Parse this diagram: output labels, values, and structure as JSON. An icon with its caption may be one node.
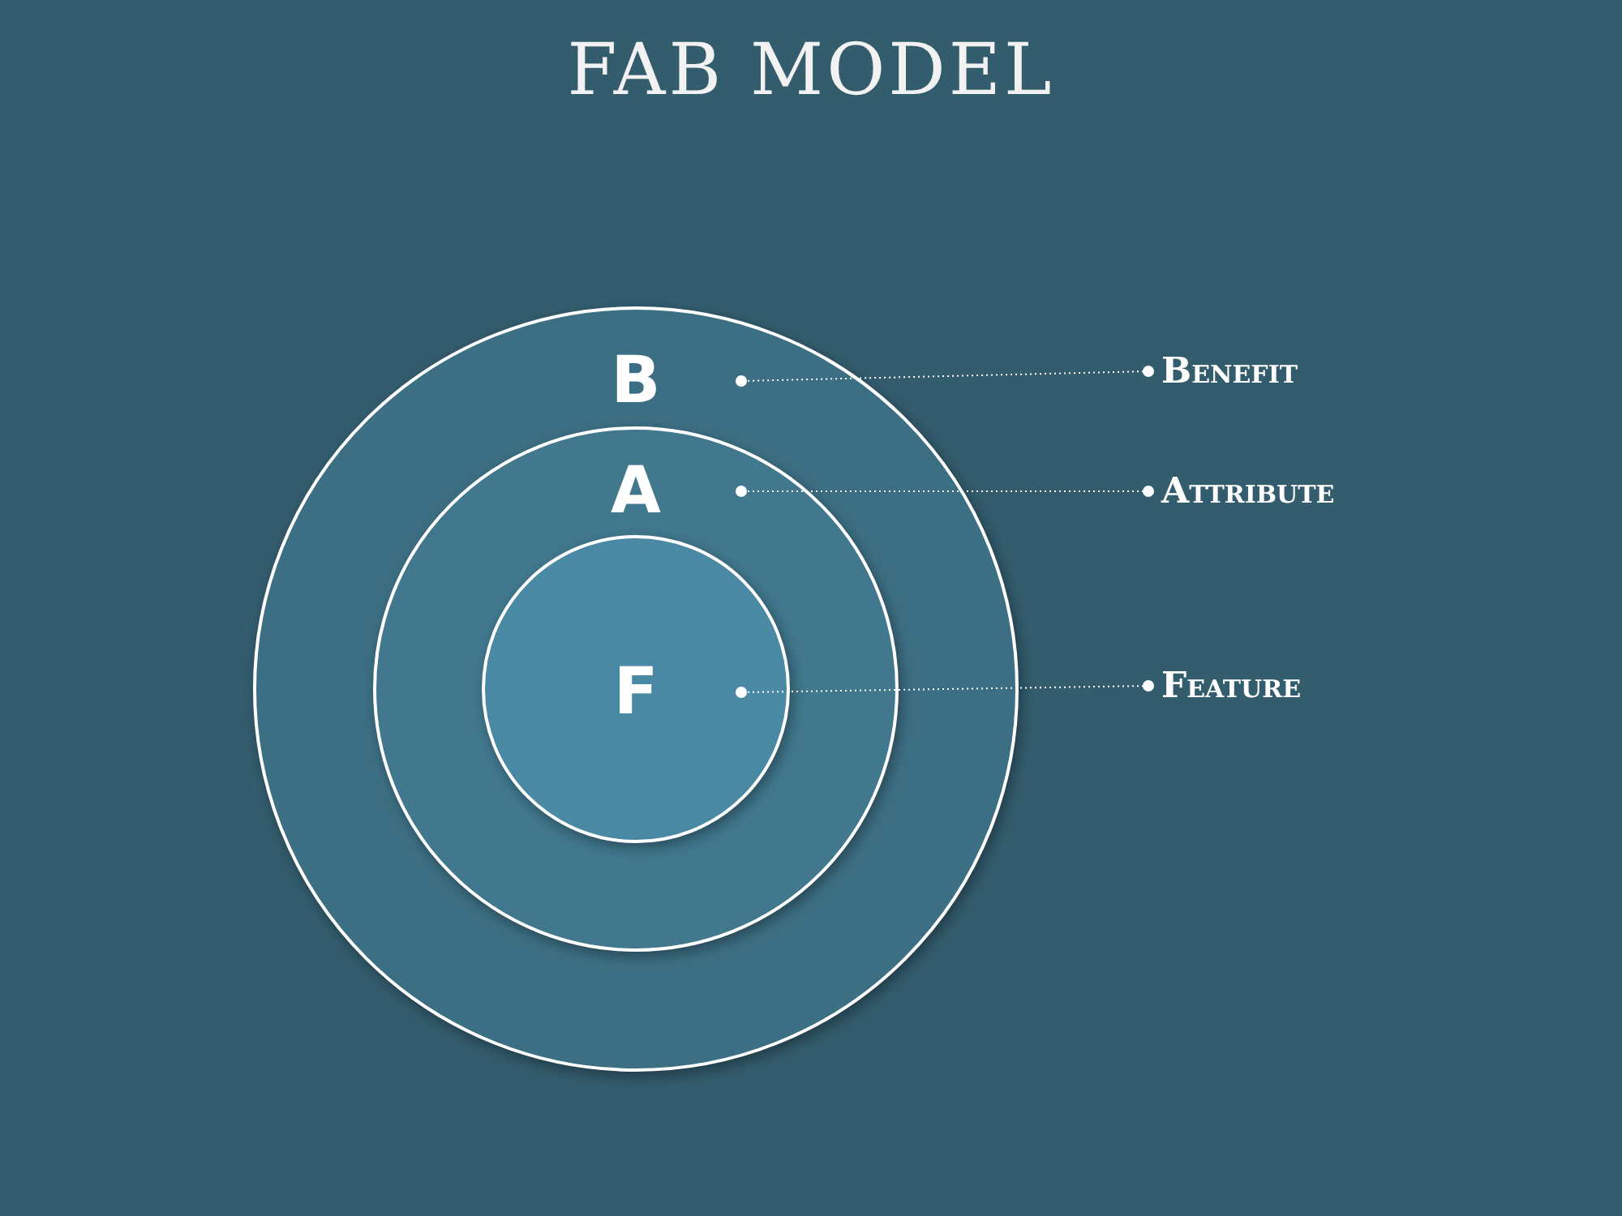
{
  "diagram": {
    "title": "FAB MODEL",
    "nodes": [
      {
        "text": [
          "B"
        ]
      },
      {
        "text": [
          "A"
        ],
        "in": 0
      },
      {
        "text": [
          "F"
        ],
        "in": 1
      },
      {
        "text": [
          "Benefit"
        ]
      },
      {
        "text": [
          "Attribute"
        ]
      },
      {
        "text": [
          "Feature"
        ]
      }
    ],
    "edges": [
      {
        "from": 3,
        "to": 0,
        "arrow": "other",
        "style": "dashed"
      },
      {
        "from": 4,
        "to": 1,
        "arrow": "other",
        "style": "dashed"
      },
      {
        "from": 5,
        "to": 2,
        "arrow": "other",
        "style": "dashed"
      }
    ]
  }
}
